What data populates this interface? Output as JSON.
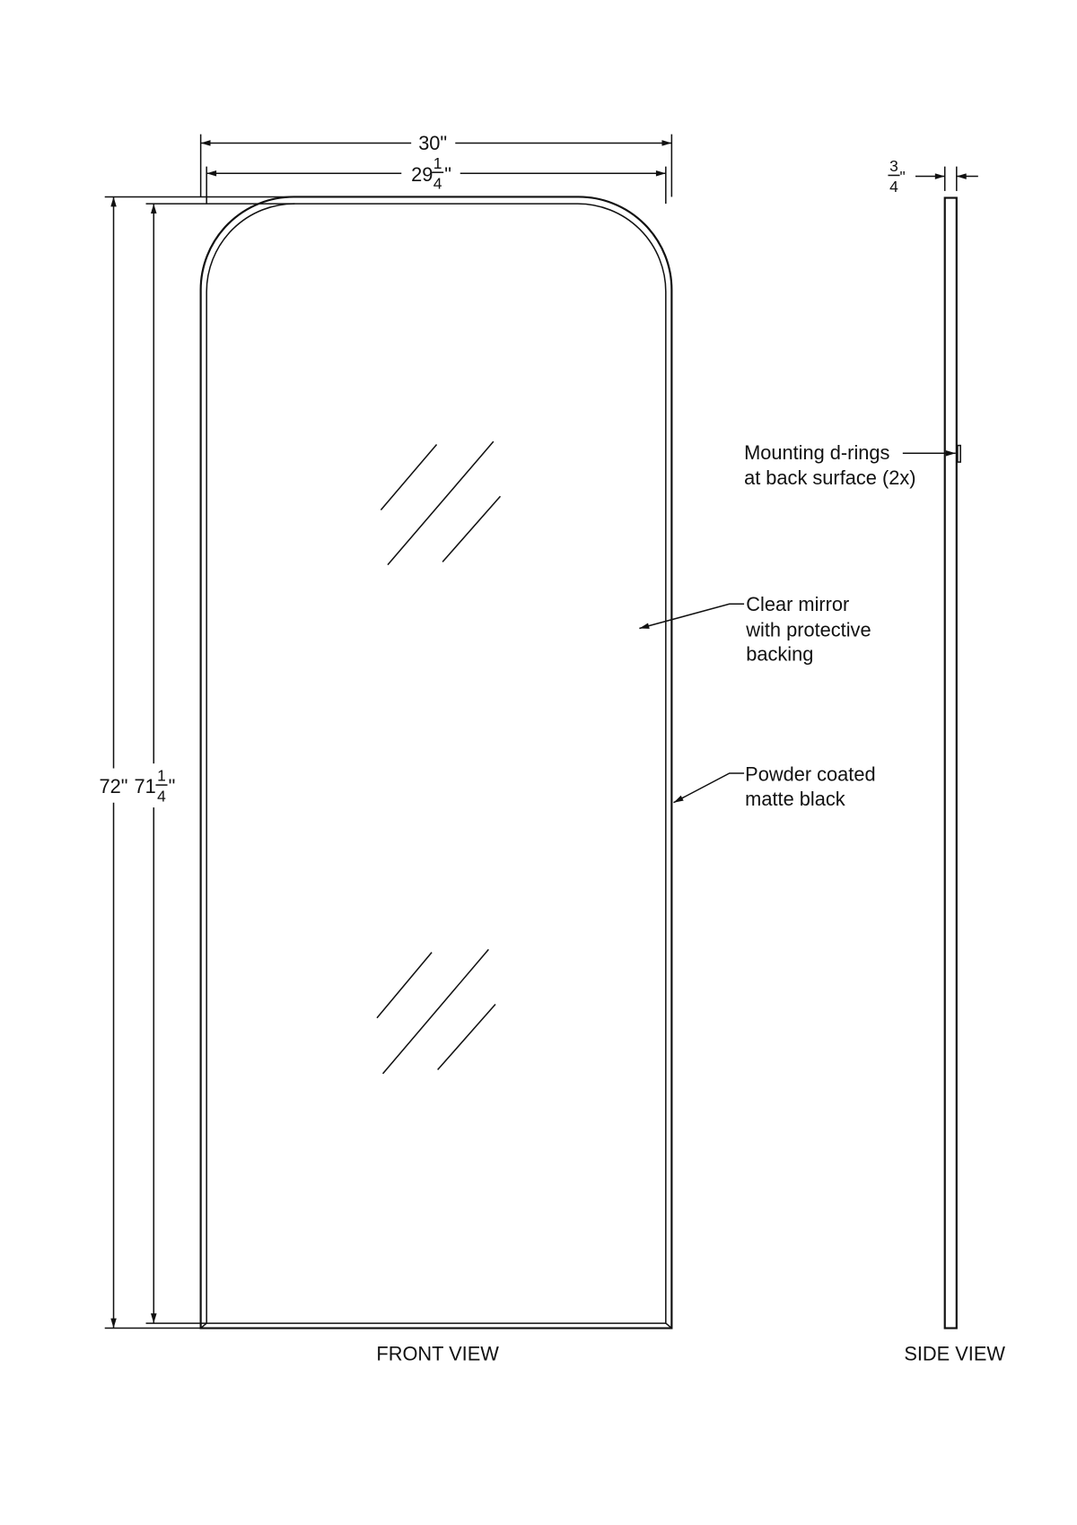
{
  "dimensions": {
    "outer_width": "30\"",
    "inner_width_whole": "29",
    "inner_width_num": "1",
    "inner_width_den": "4",
    "outer_height": "72\"",
    "inner_height_whole": "71",
    "inner_height_num": "1",
    "inner_height_den": "4",
    "depth_num": "3",
    "depth_den": "4",
    "inch_mark": "\""
  },
  "callouts": {
    "mounting": [
      "Mounting d-rings",
      "at back surface (2x)"
    ],
    "mirror": [
      "Clear mirror",
      "with protective",
      "backing"
    ],
    "frame": [
      "Powder coated",
      "matte black"
    ]
  },
  "views": {
    "front": "FRONT VIEW",
    "side": "SIDE VIEW"
  },
  "colors": {
    "line": "#111111",
    "background": "#ffffff"
  }
}
